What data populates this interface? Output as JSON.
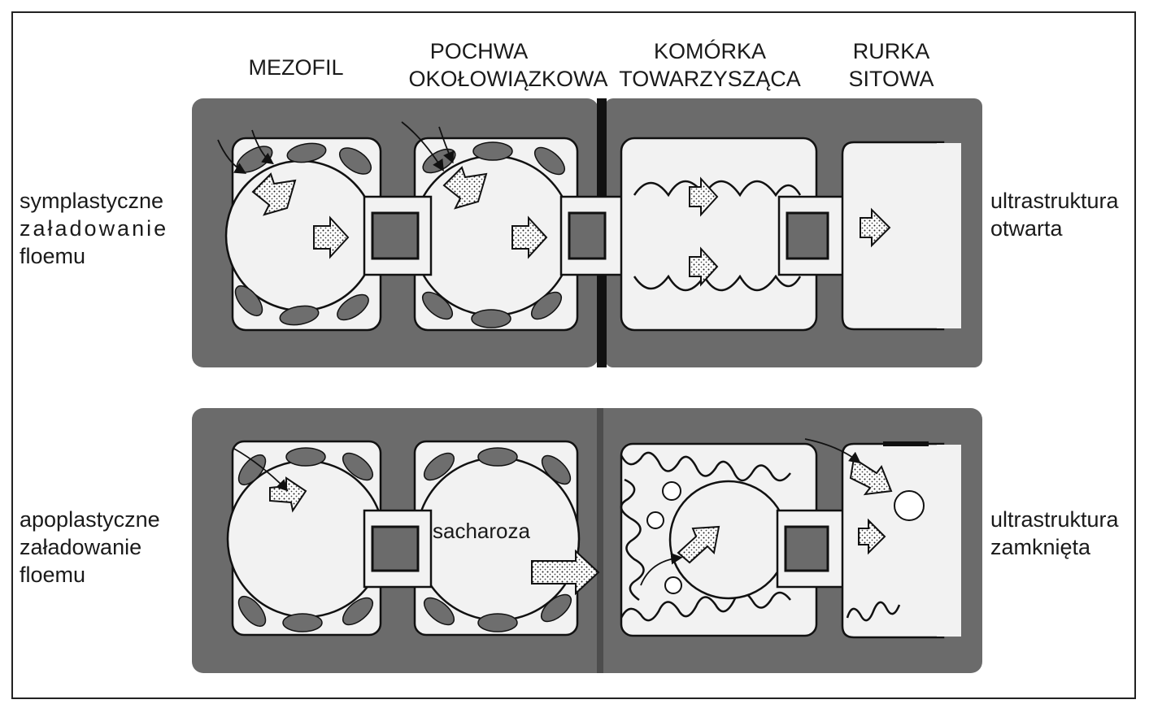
{
  "columns": {
    "mezofil": "MEZOFIL",
    "pochwa_1": "POCHWA",
    "pochwa_2": "OKOŁOWIĄZKOWA",
    "komorka_1": "KOMÓRKA",
    "komorka_2": "TOWARZYSZĄCA",
    "rurka_1": "RURKA",
    "rurka_2": "SITOWA"
  },
  "top_row": {
    "left_1": "symplastyczne",
    "left_2": "załadowanie",
    "left_3": "floemu",
    "right_1": "ultrastruktura",
    "right_2": "otwarta"
  },
  "bottom_row": {
    "left_1": "apoplastyczne",
    "left_2": "załadowanie",
    "left_3": "floemu",
    "right_1": "ultrastruktura",
    "right_2": "zamknięta",
    "inner_label": "sacharoza"
  },
  "colors": {
    "wall": "#6b6b6b",
    "cytoplasm": "#f2f2f2",
    "outline": "#111111",
    "chloroplast": "#6e6e6e"
  }
}
